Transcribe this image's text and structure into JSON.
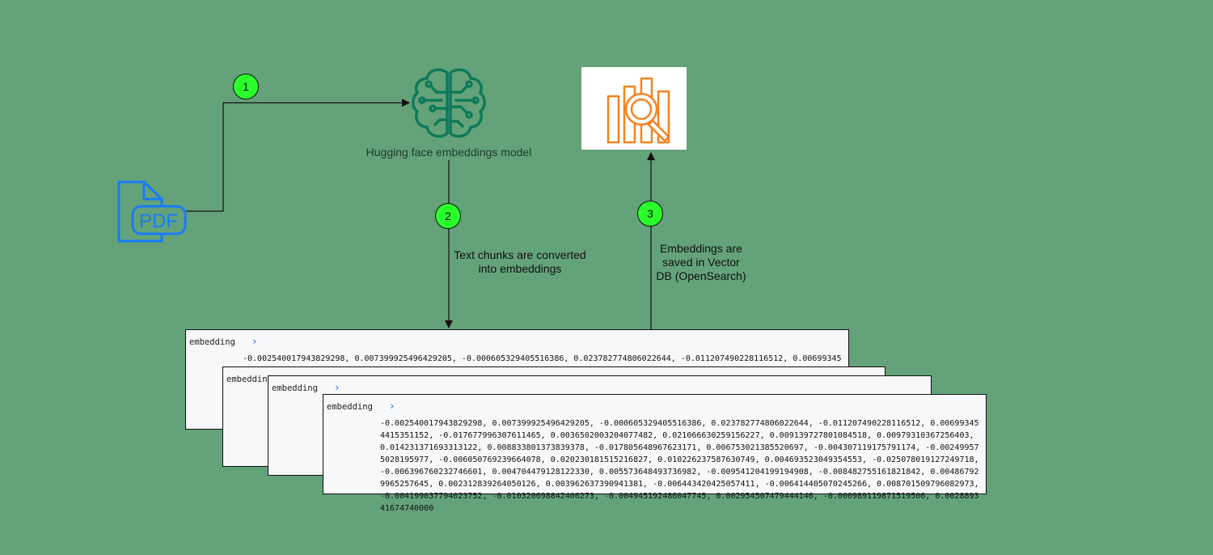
{
  "colors": {
    "background": "#64a27a",
    "badge": "#2bff2b",
    "model_icon": "#0f7a5a",
    "pdf_icon": "#1a7cf5",
    "opensearch_icon": "#f58220"
  },
  "icons": {
    "pdf": "pdf-file-icon",
    "model": "brain-circuit-icon",
    "vector_db": "opensearch-icon"
  },
  "pdf": {
    "text": "PDF"
  },
  "model": {
    "label": "Hugging face embeddings model"
  },
  "steps": [
    {
      "number": "1"
    },
    {
      "number": "2",
      "caption": "Text chunks are converted into embeddings"
    },
    {
      "number": "3",
      "caption": "Embeddings are saved in Vector DB (OpenSearch)"
    }
  ],
  "cards": [
    {
      "title": "embedding",
      "chevron": "›",
      "text": "-0.002540017943829298, 0.007399925496429205, -0.000605329405516386, 0.023782774806022644, -0.011207490228116512, 0.006993454415351152, -0.017677996307611465, 0.0036502003204077482, 0.021066630259156227, 0.009139727801084518, 0.0097931036725640"
    },
    {
      "title": "embedding",
      "chevron": "›",
      "text": ""
    },
    {
      "title": "embedding",
      "chevron": "›",
      "text": ""
    },
    {
      "title": "embedding",
      "chevron": "›",
      "text": "-0.002540017943829298, 0.007399925496429205, -0.000605329405516386, 0.023782774806022644, -0.011207490228116512, 0.006993454415351152, -0.017677996307611465, 0.0036502003204077482, 0.021066630259156227, 0.009139727801084518, 0.00979310367256403, 0.014231371693313122, 0.008833801373839378, -0.017805648967623171, 0.006753021385520697, -0.004307119175791174, -0.002499575028195977, -0.006050769239664078, 0.020230181515216827, 0.010226237587630749, 0.004693523049354553, -0.025078019127249718, -0.006396760232746601, 0.004704479128122330, 0.005573648493736982, -0.009541204199194908, -0.008482755161821842, 0.004867929965257645, 0.002312839264050126, 0.003962637390941381, -0.006443420425057411, -0.006414405070245266, 0.008701509796082973, -0.004199037794023752, -0.010320698842406273, -0.004945192486047745, 0.002954507479444146, -0.000989119871519506, 0.002889341674740000"
    }
  ]
}
